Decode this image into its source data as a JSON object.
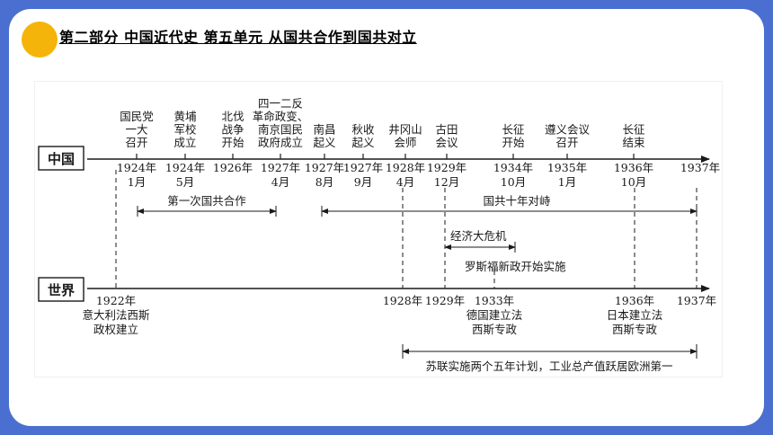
{
  "header": {
    "title": "第二部分  中国近代史  第五单元  从国共合作到国共对立",
    "accent": "#f5b40a",
    "frame_color": "#4a6fd1"
  },
  "timeline": {
    "china_label": "中国",
    "world_label": "世界",
    "china_events": [
      {
        "lines": [
          "国民党",
          "一大",
          "召开"
        ],
        "date": [
          "1924年",
          "1月"
        ]
      },
      {
        "lines": [
          "黄埔",
          "军校",
          "成立"
        ],
        "date": [
          "1924年",
          "5月"
        ]
      },
      {
        "lines": [
          "北伐",
          "战争",
          "开始"
        ],
        "date": [
          "1926年"
        ]
      },
      {
        "lines": [
          "四一二反",
          "革命政变、",
          "南京国民",
          "政府成立"
        ],
        "date": [
          "1927年",
          "4月"
        ]
      },
      {
        "lines": [
          "南昌",
          "起义"
        ],
        "date": [
          "1927年",
          "8月"
        ]
      },
      {
        "lines": [
          "秋收",
          "起义"
        ],
        "date": [
          "1927年",
          "9月"
        ]
      },
      {
        "lines": [
          "井冈山",
          "会师"
        ],
        "date": [
          "1928年",
          "4月"
        ]
      },
      {
        "lines": [
          "古田",
          "会议"
        ],
        "date": [
          "1929年",
          "12月"
        ]
      },
      {
        "lines": [
          "长征",
          "开始"
        ],
        "date": [
          "1934年",
          "10月"
        ]
      },
      {
        "lines": [
          "遵义会议",
          "召开"
        ],
        "date": [
          "1935年",
          "1月"
        ]
      },
      {
        "lines": [
          "长征",
          "结束"
        ],
        "date": [
          "1936年",
          "10月"
        ]
      },
      {
        "lines": [],
        "date": [
          "1937年"
        ]
      }
    ],
    "spans": {
      "first_cooperation": "第一次国共合作",
      "ten_year_confrontation": "国共十年对峙",
      "economic_crisis": "经济大危机",
      "new_deal": "罗斯福新政开始实施",
      "soviet_plans": "苏联实施两个五年计划，工业总产值跃居欧洲第一"
    },
    "world_events": [
      {
        "date": "1922年",
        "lines": [
          "意大利法西斯",
          "政权建立"
        ]
      },
      {
        "date": "1928年",
        "lines": []
      },
      {
        "date": "1929年",
        "lines": []
      },
      {
        "date": "1933年",
        "lines": [
          "德国建立法",
          "西斯专政"
        ]
      },
      {
        "date": "1936年",
        "lines": [
          "日本建立法",
          "西斯专政"
        ]
      },
      {
        "date": "1937年",
        "lines": []
      }
    ]
  }
}
